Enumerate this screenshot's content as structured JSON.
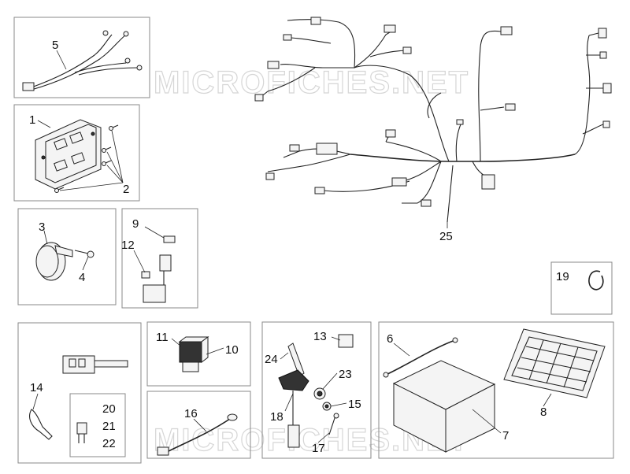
{
  "watermark": "MICROFICHES.NET",
  "callouts": {
    "p1": "1",
    "p2": "2",
    "p3": "3",
    "p4": "4",
    "p5": "5",
    "p6": "6",
    "p7": "7",
    "p8": "8",
    "p9": "9",
    "p10": "10",
    "p11": "11",
    "p12": "12",
    "p13": "13",
    "p14": "14",
    "p15": "15",
    "p16": "16",
    "p17": "17",
    "p18": "18",
    "p19": "19",
    "p20": "20",
    "p21": "21",
    "p22": "22",
    "p23": "23",
    "p24": "24",
    "p25": "25"
  }
}
